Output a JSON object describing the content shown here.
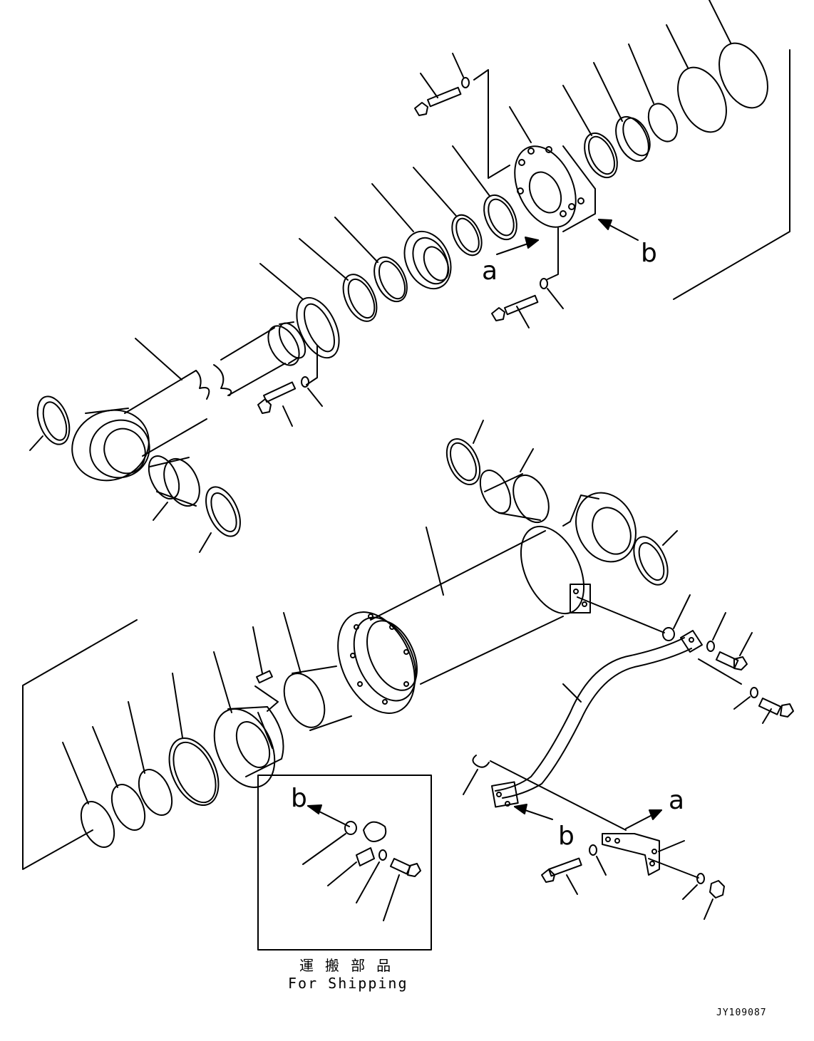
{
  "labels": {
    "a_upper": "a",
    "b_upper": "b",
    "b_inset": "b",
    "b_lower": "b",
    "a_lower": "a"
  },
  "inset": {
    "caption_jp": "運 搬 部 品",
    "caption_en": "For Shipping"
  },
  "drawing_code": "JY109087",
  "colors": {
    "line": "#000000",
    "background": "#ffffff"
  }
}
